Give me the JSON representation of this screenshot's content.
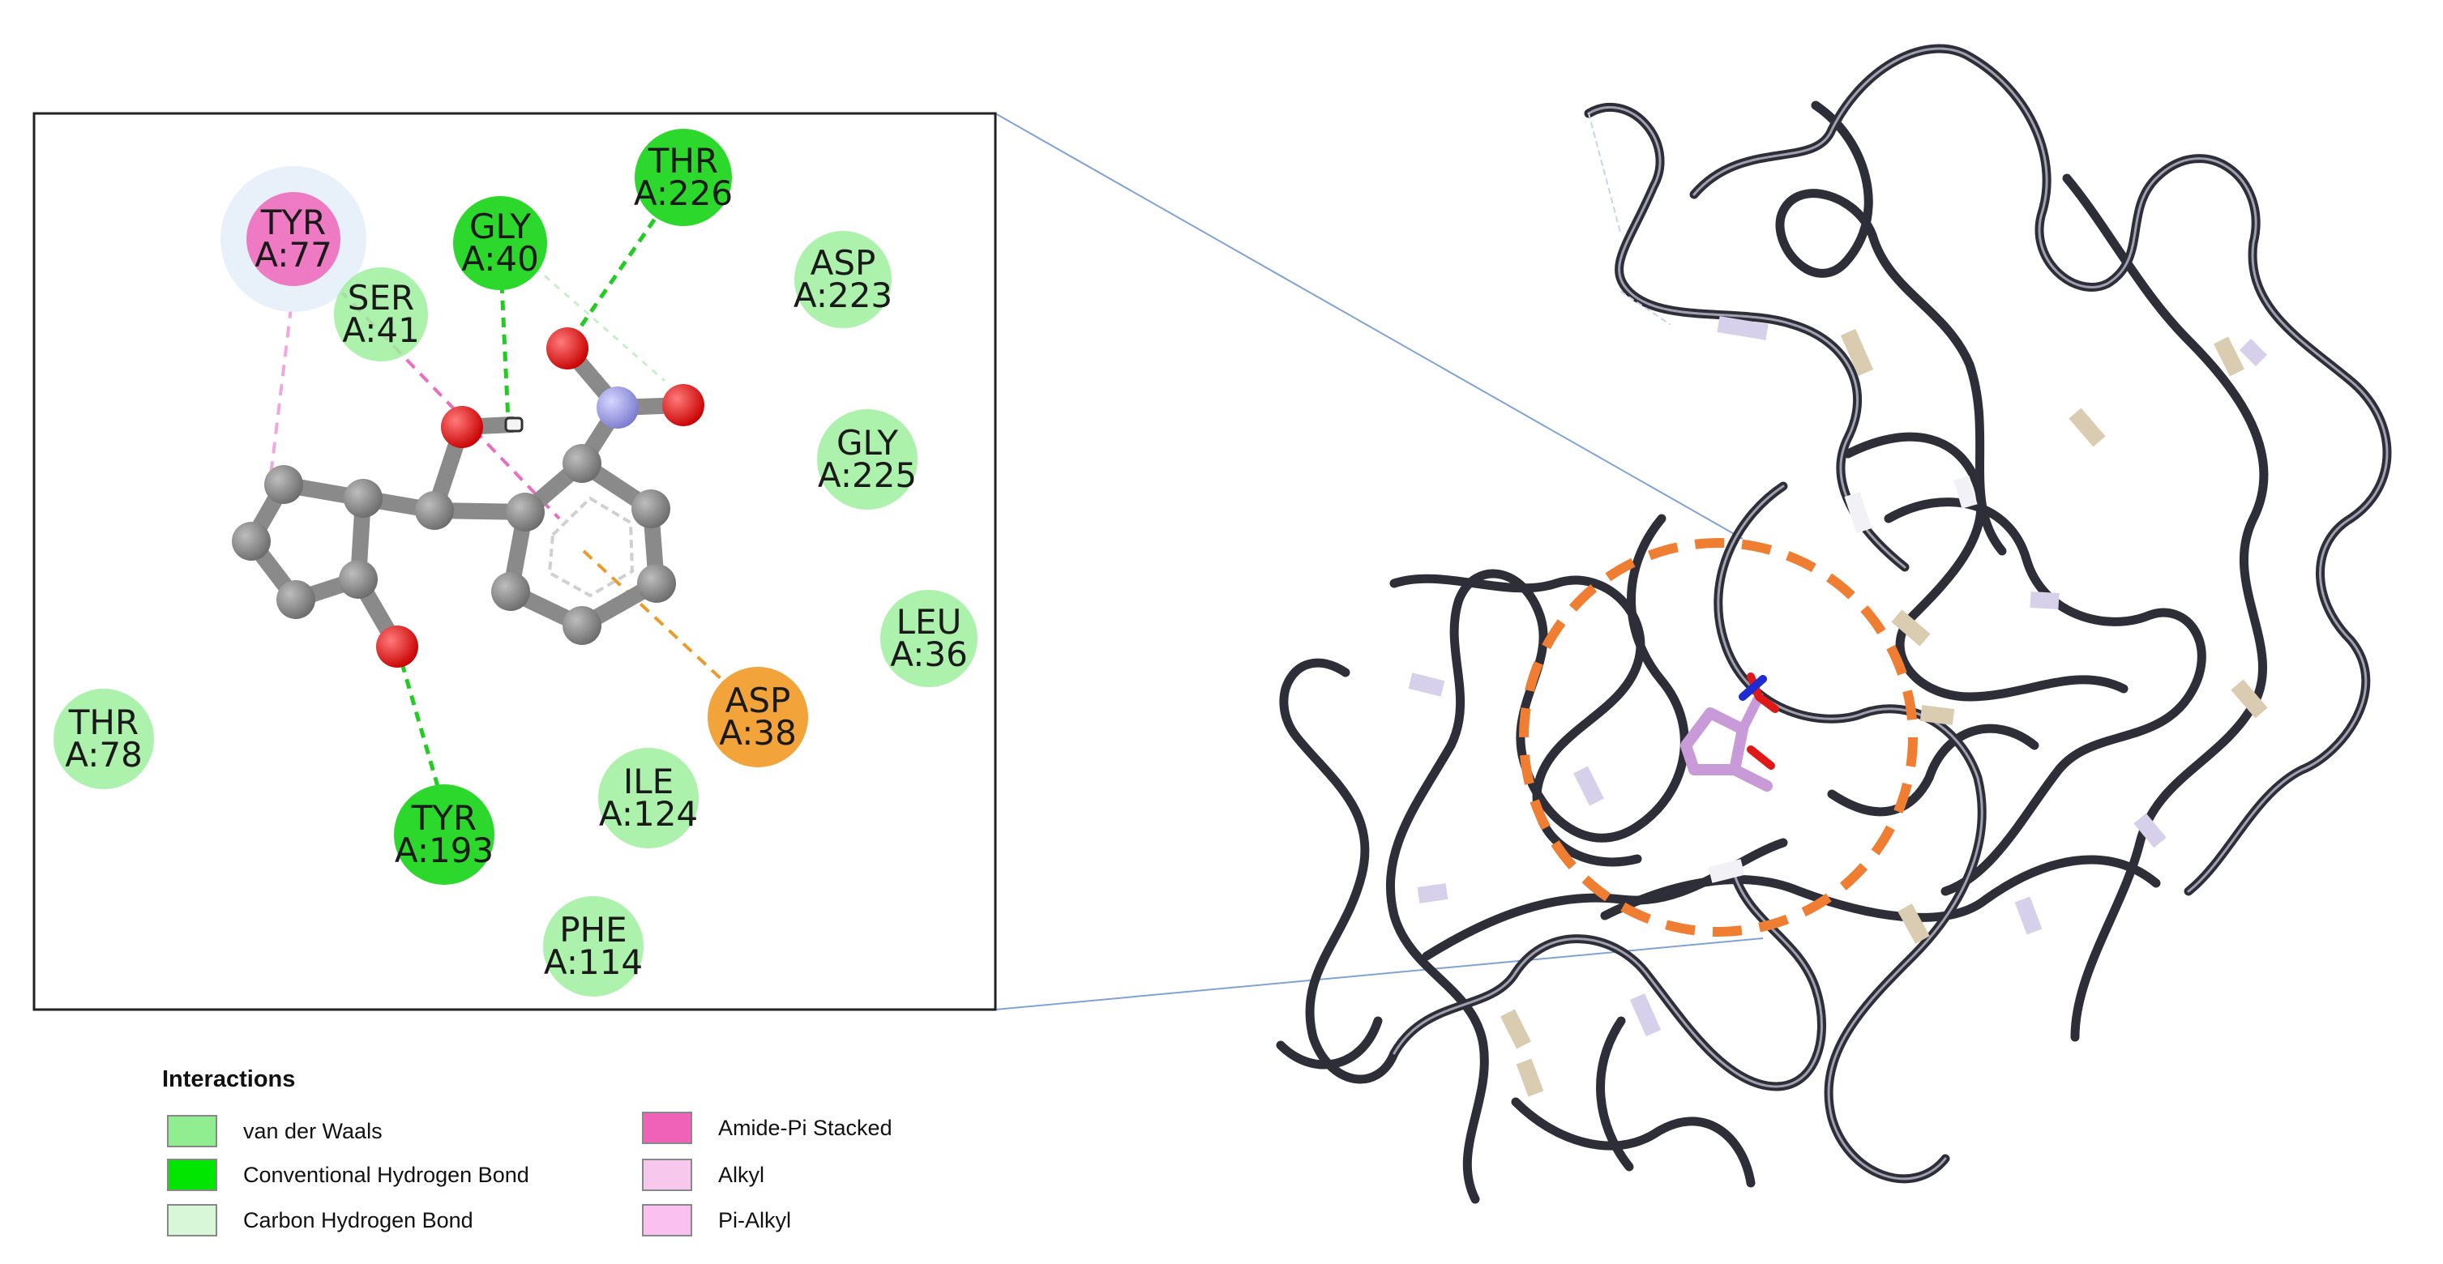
{
  "residues": [
    {
      "id": "tyr77",
      "name": "TYR",
      "pos": "A:77",
      "type": "amide_pi"
    },
    {
      "id": "gly40",
      "name": "GLY",
      "pos": "A:40",
      "type": "conventional_hbond"
    },
    {
      "id": "thr226",
      "name": "THR",
      "pos": "A:226",
      "type": "conventional_hbond"
    },
    {
      "id": "ser41",
      "name": "SER",
      "pos": "A:41",
      "type": "vdw"
    },
    {
      "id": "asp223",
      "name": "ASP",
      "pos": "A:223",
      "type": "vdw"
    },
    {
      "id": "gly225",
      "name": "GLY",
      "pos": "A:225",
      "type": "vdw"
    },
    {
      "id": "leu36",
      "name": "LEU",
      "pos": "A:36",
      "type": "vdw"
    },
    {
      "id": "asp38",
      "name": "ASP",
      "pos": "A:38",
      "type": "pi_anion"
    },
    {
      "id": "thr78",
      "name": "THR",
      "pos": "A:78",
      "type": "vdw"
    },
    {
      "id": "ile124",
      "name": "ILE",
      "pos": "A:124",
      "type": "vdw"
    },
    {
      "id": "tyr193",
      "name": "TYR",
      "pos": "A:193",
      "type": "conventional_hbond"
    },
    {
      "id": "phe114",
      "name": "PHE",
      "pos": "A:114",
      "type": "vdw"
    }
  ],
  "legend": {
    "title": "Interactions",
    "items": [
      {
        "label": "van der Waals",
        "color": "#90ee90"
      },
      {
        "label": "Conventional Hydrogen Bond",
        "color": "#00e600"
      },
      {
        "label": "Carbon Hydrogen Bond",
        "color": "#d8f7d8"
      },
      {
        "label": "Amide-Pi Stacked",
        "color": "#f062b8"
      },
      {
        "label": "Alkyl",
        "color": "#f7c8ec"
      },
      {
        "label": "Pi-Alkyl",
        "color": "#f9c0f0"
      }
    ]
  },
  "colors": {
    "vdw": "#9ef09e",
    "conventional_hbond": "#2bd82b",
    "amide_pi": "#ee7ac4",
    "pi_anion": "#f2a33a",
    "zoom_circle": "#ee7b30",
    "ribbon": "#3a3a46"
  }
}
